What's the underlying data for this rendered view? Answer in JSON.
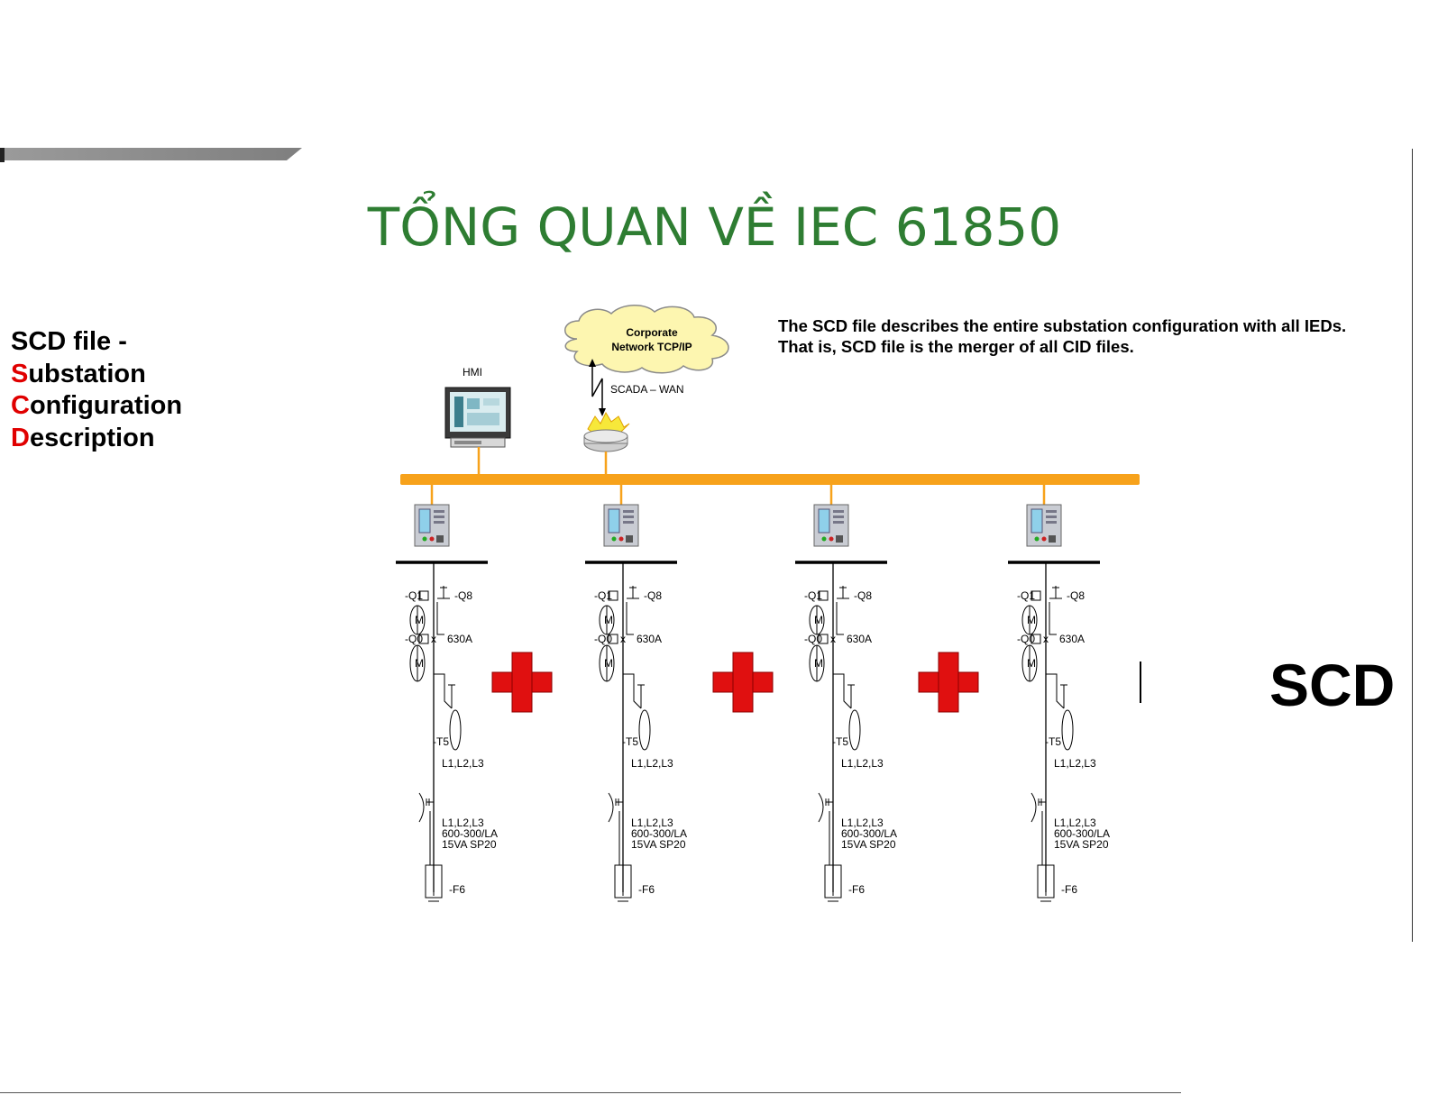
{
  "slide": {
    "title": "TỔNG QUAN VỀ IEC 61850",
    "side_title": {
      "line1": "SCD file -",
      "line2_cap": "S",
      "line2_rest": "ubstation",
      "line3_cap": "C",
      "line3_rest": "onfiguration",
      "line4_cap": "D",
      "line4_rest": "escription"
    },
    "description": {
      "line1": "The SCD file describes the entire substation configuration with all IEDs.",
      "line2": "That is, SCD file is the merger of all CID files."
    },
    "result_label": "SCD"
  },
  "diagram": {
    "cloud_line1": "Corporate",
    "cloud_line2": "Network TCP/IP",
    "hmi_label": "HMI",
    "wan_label": "SCADA  – WAN",
    "bay_labels": {
      "q1": "-Q1",
      "q8": "-Q8",
      "q0": "-Q0",
      "rating": "630A",
      "t5": "-T5",
      "phases": "L1,L2,L3",
      "ct1": "L1,L2,L3",
      "ct2": "600-300/LA",
      "ct3": "15VA SP20",
      "f6": "-F6"
    },
    "colors": {
      "bus": "#f7a21b",
      "plus": "#e01010",
      "title": "#2e7d32",
      "cloud": "#fdf6b0"
    }
  }
}
